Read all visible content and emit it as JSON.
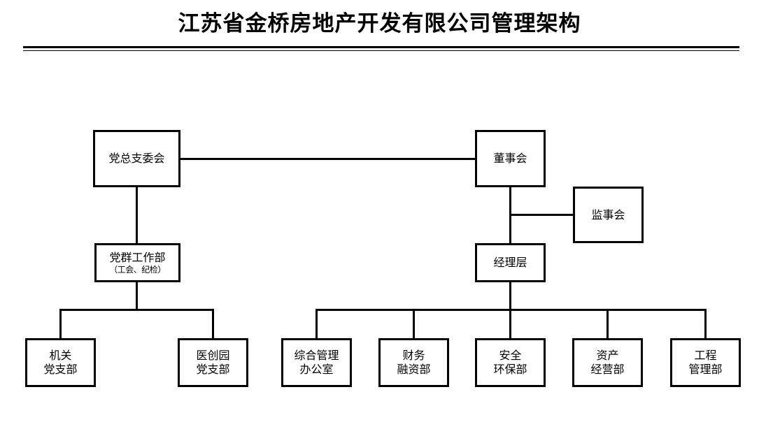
{
  "document": {
    "title": "江苏省金桥房地产开发有限公司管理架构",
    "line_color": "#000000",
    "background_color": "#ffffff"
  },
  "chart_data": {
    "type": "diagram",
    "diagram_kind": "org-chart",
    "title": "江苏省金桥房地产开发有限公司管理架构",
    "nodes": [
      {
        "id": "party_committee",
        "label": "党总支委会",
        "sub": "",
        "level": 1,
        "branch": "party"
      },
      {
        "id": "board_of_directors",
        "label": "董事会",
        "sub": "",
        "level": 1,
        "branch": "corporate"
      },
      {
        "id": "supervisory_board",
        "label": "监事会",
        "sub": "",
        "level": 2,
        "branch": "corporate"
      },
      {
        "id": "party_work_dept",
        "label": "党群工作部",
        "sub": "（工会、纪检）",
        "level": 2,
        "branch": "party"
      },
      {
        "id": "management_layer",
        "label": "经理层",
        "sub": "",
        "level": 2,
        "branch": "corporate"
      },
      {
        "id": "agency_branch",
        "label": "机关",
        "sub": "党支部",
        "level": 3,
        "branch": "party"
      },
      {
        "id": "yichuangyuan_branch",
        "label": "医创园",
        "sub": "党支部",
        "level": 3,
        "branch": "party"
      },
      {
        "id": "general_admin_office",
        "label": "综合管理",
        "sub": "办公室",
        "level": 3,
        "branch": "corporate"
      },
      {
        "id": "finance_dept",
        "label": "财务",
        "sub": "融资部",
        "level": 3,
        "branch": "corporate"
      },
      {
        "id": "safety_env_dept",
        "label": "安全",
        "sub": "环保部",
        "level": 3,
        "branch": "corporate"
      },
      {
        "id": "asset_operation_dept",
        "label": "资产",
        "sub": "经营部",
        "level": 3,
        "branch": "corporate"
      },
      {
        "id": "engineering_dept",
        "label": "工程",
        "sub": "管理部",
        "level": 3,
        "branch": "corporate"
      }
    ],
    "edges": [
      {
        "from": "party_committee",
        "to": "board_of_directors",
        "style": "horizontal"
      },
      {
        "from": "party_committee",
        "to": "party_work_dept",
        "style": "vertical"
      },
      {
        "from": "board_of_directors",
        "to": "supervisory_board",
        "style": "elbow"
      },
      {
        "from": "board_of_directors",
        "to": "management_layer",
        "style": "vertical"
      },
      {
        "from": "party_work_dept",
        "to": "agency_branch",
        "style": "bus"
      },
      {
        "from": "party_work_dept",
        "to": "yichuangyuan_branch",
        "style": "bus"
      },
      {
        "from": "management_layer",
        "to": "general_admin_office",
        "style": "bus"
      },
      {
        "from": "management_layer",
        "to": "finance_dept",
        "style": "bus"
      },
      {
        "from": "management_layer",
        "to": "safety_env_dept",
        "style": "bus"
      },
      {
        "from": "management_layer",
        "to": "asset_operation_dept",
        "style": "bus"
      },
      {
        "from": "management_layer",
        "to": "engineering_dept",
        "style": "bus"
      }
    ]
  },
  "nodes": {
    "party_committee": {
      "line1": "党总支委会",
      "line2": ""
    },
    "board_of_directors": {
      "line1": "董事会",
      "line2": ""
    },
    "supervisory_board": {
      "line1": "监事会",
      "line2": ""
    },
    "party_work_dept": {
      "line1": "党群工作部",
      "line2": "（工会、纪检）"
    },
    "management_layer": {
      "line1": "经理层",
      "line2": ""
    },
    "agency_branch": {
      "line1": "机关",
      "line2": "党支部"
    },
    "yichuangyuan_branch": {
      "line1": "医创园",
      "line2": "党支部"
    },
    "general_admin_office": {
      "line1": "综合管理",
      "line2": "办公室"
    },
    "finance_dept": {
      "line1": "财务",
      "line2": "融资部"
    },
    "safety_env_dept": {
      "line1": "安全",
      "line2": "环保部"
    },
    "asset_operation_dept": {
      "line1": "资产",
      "line2": "经营部"
    },
    "engineering_dept": {
      "line1": "工程",
      "line2": "管理部"
    }
  }
}
